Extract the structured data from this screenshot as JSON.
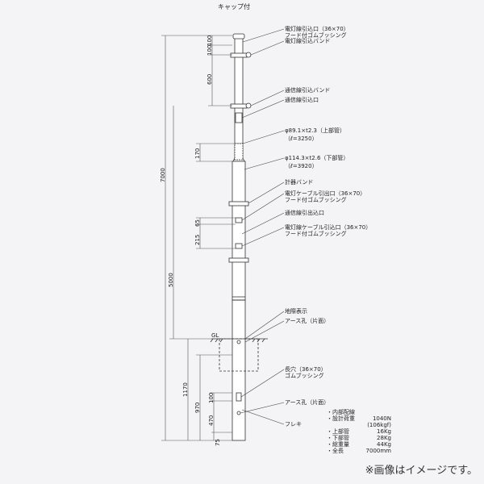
{
  "title": "キャップ付",
  "note": "※画像はイメージです。",
  "labels": {
    "lamp_entry": "電灯線引込口（36×70）",
    "lamp_entry_2": "フード付ゴムブッシング",
    "lamp_band": "電灯線引込バンド",
    "comm_band": "通信線引込バンド",
    "comm_entry": "通信線引込口",
    "upper_pipe": "φ89.1×t2.3（上部管）",
    "upper_len": "（ℓ=3250）",
    "lower_pipe": "φ114.3×t2.6（下部管）",
    "lower_len": "（ℓ=3920）",
    "meter_band": "計器バンド",
    "lamp_cable_exit": "電灯ケーブル引出口（36×70）",
    "lamp_cable_exit_2": "フード付ゴムブッシング",
    "comm_exit": "通信線引出込口",
    "lamp_cable_entry": "電灯線ケーブル引込口（36×70）",
    "lamp_cable_entry_2": "フード付ゴムブッシング",
    "ground_mark": "地際表示",
    "earth_hole_1": "アース孔（片面）",
    "slot": "長穴（36×70）",
    "slot_2": "ゴムブッシング",
    "earth_hole_2": "アース孔（片面）",
    "flexible": "フレキ",
    "gl": "GL"
  },
  "dimensions": {
    "d100a": "100",
    "d100b": "100",
    "d600": "600",
    "d7000": "7000",
    "d170": "170",
    "d65": "65",
    "d215": "215",
    "d5000": "5000",
    "d1170": "1170",
    "d970": "970",
    "d100c": "100",
    "d470": "470",
    "d75": "75"
  },
  "specs": {
    "header": "・内部配線",
    "load_label": "・設計荷重",
    "load_value": "1040N",
    "load_value_2": "(106kgf)",
    "upper_label": "・上部管",
    "upper_value": "16Kg",
    "lower_label": "・下部管",
    "lower_value": "28Kg",
    "total_label": "・総重量",
    "total_value": "44Kg",
    "length_label": "・全長",
    "length_value": "7000mm"
  }
}
